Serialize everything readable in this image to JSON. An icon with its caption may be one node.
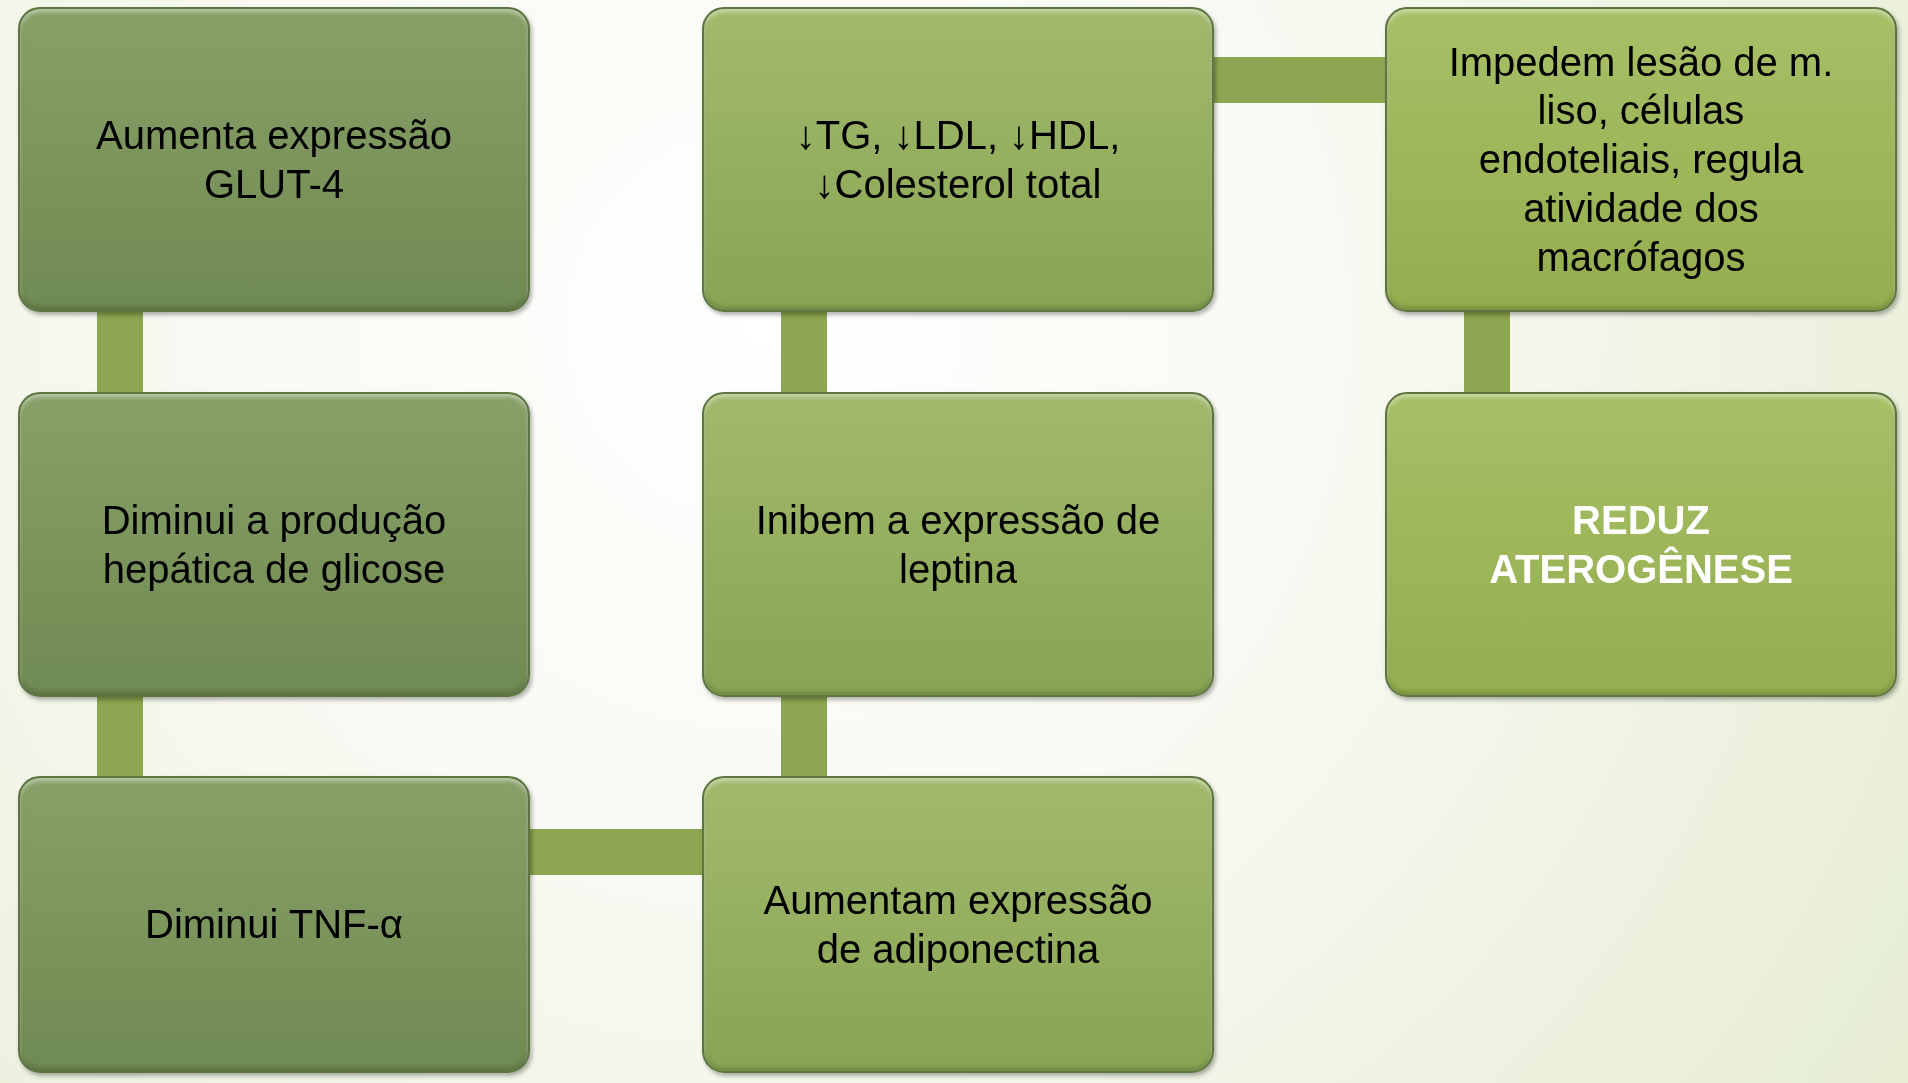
{
  "diagram": {
    "nodes": [
      {
        "text": [
          "Aumenta expressão GLUT-4"
        ]
      },
      {
        "text": [
          "↓TG, ↓LDL, ↓HDL, ↓Colesterol total"
        ]
      },
      {
        "text": [
          "Impedem lesão de m. liso, células endoteliais, regula atividade dos macrófagos"
        ]
      },
      {
        "text": [
          "Diminui a produção hepática de glicose"
        ]
      },
      {
        "text": [
          "Inibem a expressão de leptina"
        ]
      },
      {
        "text": [
          "REDUZ ATEROGÊNESE"
        ]
      },
      {
        "text": [
          "Diminui TNF-α"
        ]
      },
      {
        "text": [
          "Aumentam expressão de adiponectina"
        ]
      }
    ],
    "edges": [
      {
        "from": 0,
        "to": 3,
        "arrow": "none"
      },
      {
        "from": 3,
        "to": 6,
        "arrow": "none"
      },
      {
        "from": 6,
        "to": 7,
        "arrow": "none"
      },
      {
        "from": 7,
        "to": 4,
        "arrow": "none"
      },
      {
        "from": 4,
        "to": 1,
        "arrow": "none"
      },
      {
        "from": 1,
        "to": 2,
        "arrow": "none"
      },
      {
        "from": 2,
        "to": 5,
        "arrow": "none"
      }
    ]
  }
}
